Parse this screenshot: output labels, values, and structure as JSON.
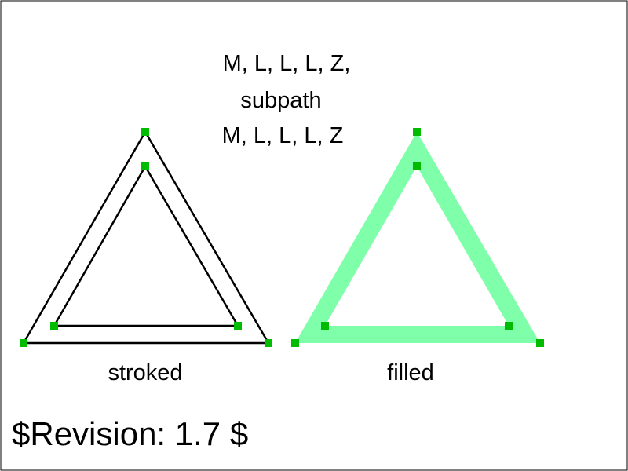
{
  "heading": {
    "line1": "M, L, L, L, Z,",
    "line2": "subpath",
    "line3": "M, L, L, L, Z"
  },
  "panels": {
    "stroked": {
      "caption": "stroked"
    },
    "filled": {
      "caption": "filled"
    }
  },
  "revision": "$Revision: 1.7 $",
  "colors": {
    "border": "#000000",
    "stroke": "#000000",
    "fill": "#80ffaa",
    "marker": "#00bb00"
  }
}
